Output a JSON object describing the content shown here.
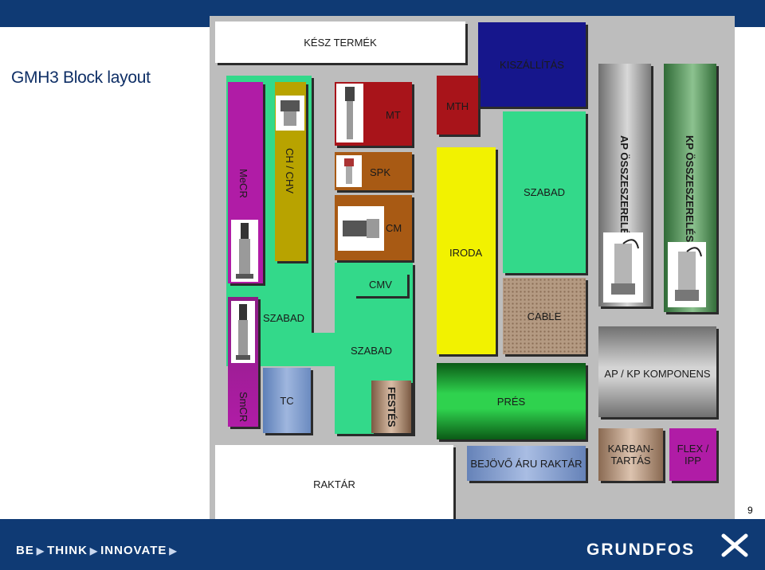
{
  "slide": {
    "title": "GMH3 Block layout",
    "page_number": "9"
  },
  "footer": {
    "slogan_parts": [
      "BE",
      "THINK",
      "INNOVATE"
    ],
    "brand": "GRUNDFOS"
  },
  "blocks": {
    "kesz_termek": "KÉSZ TERMÉK",
    "kiszallitas": "KISZÁLLÍTÁS",
    "mecr": "MeCR",
    "ch_chv": "CH / CHV",
    "mt": "MT",
    "mth": "MTH",
    "spk": "SPK",
    "cm": "CM",
    "iroda": "IRODA",
    "szabad_top": "SZABAD",
    "ap_osszeszereles": "AP ÖSSZESZERELÉS",
    "kp_osszeszereles": "KP ÖSSZESZERELÉS",
    "cmv": "CMV",
    "szabad_left": "SZABAD",
    "cable": "CABLE",
    "szabad_mid": "SZABAD",
    "smcr": "SmCR",
    "tc": "TC",
    "festes": "FESTÉS",
    "pres": "PRÉS",
    "ap_kp_komponens": "AP / KP KOMPONENS",
    "raktar": "RAKTÁR",
    "bejovo_aru_raktar": "BEJÖVŐ ÁRU RAKTÁR",
    "karbantartas_1": "KARBAN-",
    "karbantartas_2": "TARTÁS",
    "flex_ipp_1": "FLEX /",
    "flex_ipp_2": "IPP"
  },
  "colors": {
    "brand_blue": "#0f3a74",
    "green": "#33d98a",
    "magenta": "#b01ca6",
    "olive": "#b8a300",
    "dark_red": "#a8141a",
    "orange_brown": "#a85a14",
    "yellow": "#f2f200",
    "navy": "#16168c",
    "steel_blue": "#7b97c4",
    "tan": "#c7a486"
  }
}
